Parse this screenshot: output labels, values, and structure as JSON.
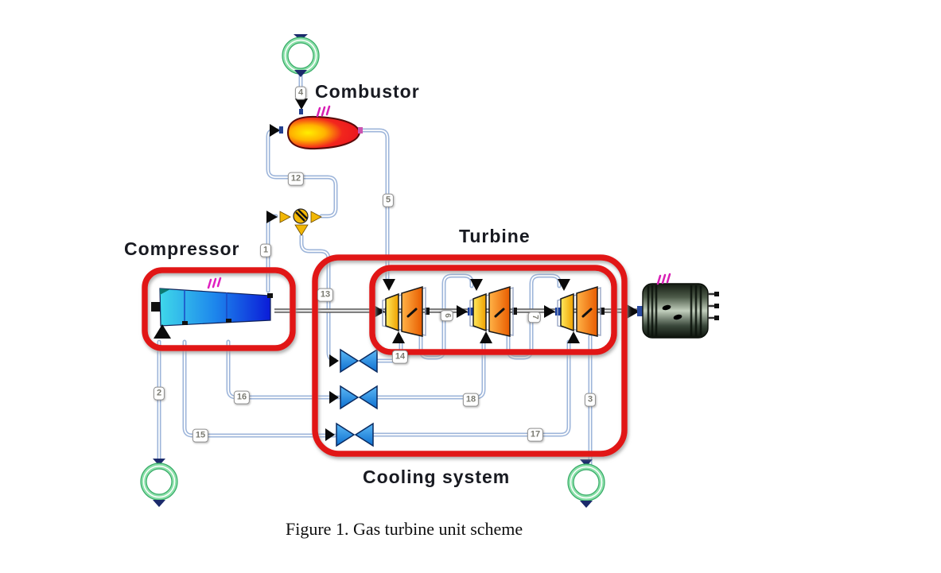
{
  "figure": {
    "caption": "Figure 1. Gas turbine unit scheme"
  },
  "diagram": {
    "component_titles": {
      "combustor": "Combustor",
      "compressor": "Compressor",
      "turbine": "Turbine",
      "cooling_system": "Cooling system"
    },
    "stream_labels": [
      {
        "id": "1"
      },
      {
        "id": "2"
      },
      {
        "id": "3"
      },
      {
        "id": "4"
      },
      {
        "id": "5"
      },
      {
        "id": "6"
      },
      {
        "id": "7"
      },
      {
        "id": "12"
      },
      {
        "id": "13"
      },
      {
        "id": "14"
      },
      {
        "id": "15"
      },
      {
        "id": "16"
      },
      {
        "id": "17"
      },
      {
        "id": "18"
      }
    ],
    "equipment": {
      "turbine_stage_count": 3,
      "cooling_valve_count": 3,
      "boundary_node_count": 3
    },
    "colors": {
      "highlight_red": "#e11212",
      "pipe_blue": "#9db5da",
      "valve_blue": "#1e8fe0",
      "boundary_green": "#8ce0aa",
      "combustor_red": "#ee1426",
      "compressor_blue": "#1536d6",
      "turbine_orange": "#f07800",
      "splitter_yellow": "#f2b705",
      "flame_magenta": "#d81fb4"
    }
  }
}
